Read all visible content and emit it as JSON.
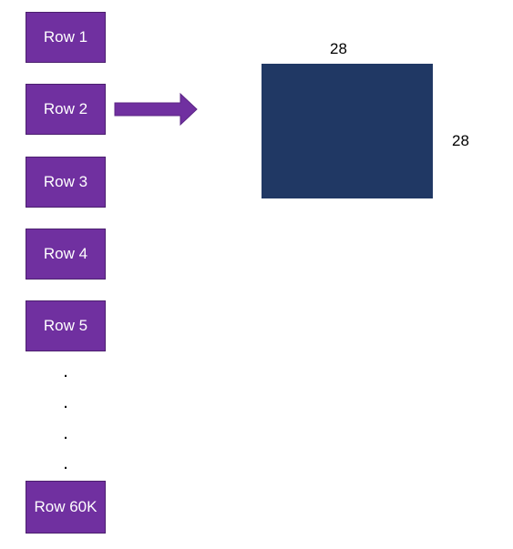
{
  "rows": [
    "Row 1",
    "Row 2",
    "Row 3",
    "Row 4",
    "Row 5"
  ],
  "last_row": "Row 60K",
  "ellipsis": [
    ".",
    ".",
    ".",
    "."
  ],
  "image": {
    "width_label": "28",
    "height_label": "28"
  },
  "colors": {
    "row_fill": "#7030a0",
    "square_fill": "#203864",
    "arrow_fill": "#7030a0"
  }
}
